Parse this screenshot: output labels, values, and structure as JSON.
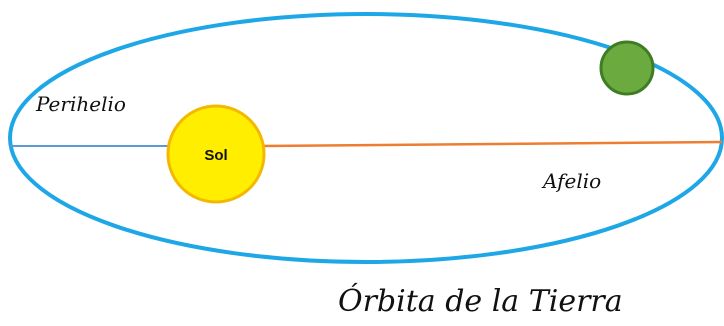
{
  "labels": {
    "perihelion": "Perihelio",
    "aphelion": "Afelio",
    "sun": "Sol",
    "caption": "Órbita de la Tierra"
  },
  "colors": {
    "orbit": "#1ea7e6",
    "perihelion_line": "#5b9bd5",
    "aphelion_line": "#ed7d31",
    "sun_fill": "#ffee00",
    "sun_stroke": "#f5b800",
    "earth_fill": "#6aaa3e",
    "earth_stroke": "#3f7d25"
  },
  "objects": {
    "sun": "sun-icon",
    "earth": "earth-icon"
  }
}
